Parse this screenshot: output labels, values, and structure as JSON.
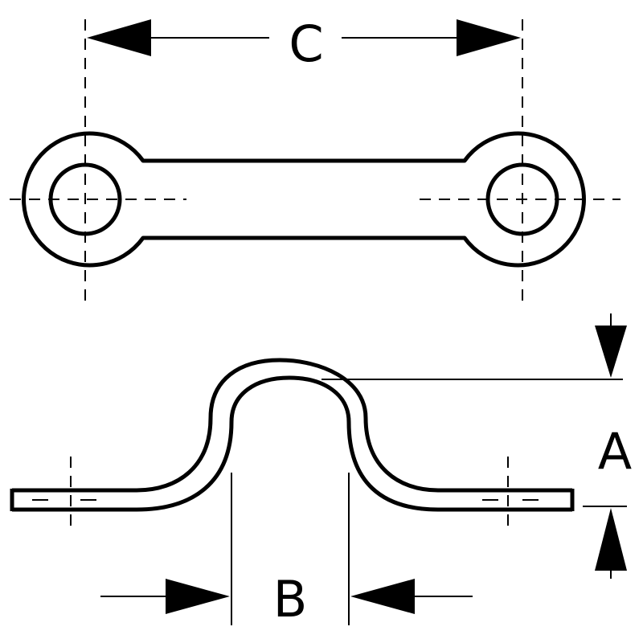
{
  "diagram": {
    "dimension_labels": {
      "c": "C",
      "a": "A",
      "b": "B"
    },
    "colors": {
      "line": "#000000",
      "background": "#ffffff"
    },
    "icons": {
      "dimension_arrow": "filled-triangle-arrowhead"
    }
  }
}
